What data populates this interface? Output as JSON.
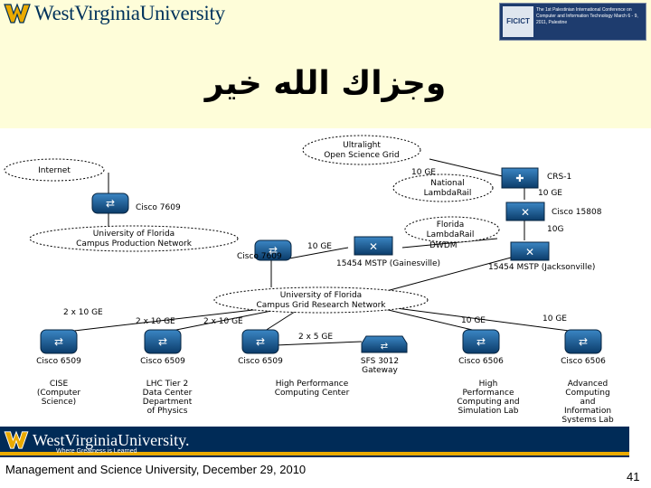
{
  "header": {
    "wvu_name": "WestVirginiaUniversity",
    "conference_badge": "FICICT",
    "conference_text": "The 1st Palestinian International Conference on Computer and Information Technology March 6 - 9, 2011, Palestine"
  },
  "slide_title": "وجزاك الله خير",
  "diagram": {
    "clouds": [
      {
        "id": "internet",
        "lines": [
          "Internet"
        ]
      },
      {
        "id": "ultralight",
        "lines": [
          "Ultralight",
          "Open Science Grid"
        ]
      },
      {
        "id": "nlr",
        "lines": [
          "National",
          "LambdaRail"
        ]
      },
      {
        "id": "campus-prod",
        "lines": [
          "University of Florida",
          "Campus Production Network"
        ]
      },
      {
        "id": "flr",
        "lines": [
          "Florida",
          "LambdaRail"
        ]
      },
      {
        "id": "campus-grid",
        "lines": [
          "University of Florida",
          "Campus Grid Research Network"
        ]
      }
    ],
    "device_labels": [
      "Cisco 7609",
      "Cisco 7609",
      "CRS-1",
      "Cisco 15808",
      "15454 MSTP (Gainesville)",
      "15454 MSTP (Jacksonville)",
      "DWDM"
    ],
    "link_labels": [
      "10 GE",
      "10 GE",
      "10G",
      "10 GE",
      "2 x 10 GE",
      "2 x 10 GE",
      "2 x 10 GE",
      "2 x 5 GE",
      "10 GE",
      "10 GE"
    ],
    "bottom_nodes": [
      {
        "device": "Cisco 6509",
        "caption": [
          "CISE",
          "(Computer",
          "Science)"
        ]
      },
      {
        "device": "Cisco 6509",
        "caption": [
          "LHC Tier 2",
          "Data Center",
          "Department",
          "of Physics"
        ]
      },
      {
        "device": "Cisco 6509",
        "caption": [
          "High Performance",
          "Computing Center"
        ]
      },
      {
        "device": "SFS 3012",
        "caption": [
          "Gateway"
        ]
      },
      {
        "device": "Cisco 6506",
        "caption": [
          "High",
          "Performance",
          "Computing and",
          "Simulation Lab"
        ]
      },
      {
        "device": "Cisco 6506",
        "caption": [
          "Advanced",
          "Computing",
          "and",
          "Information",
          "Systems Lab"
        ]
      }
    ]
  },
  "footer": {
    "wvu_name": "WestVirginiaUniversity.",
    "tagline": "Where Greatness is Learned",
    "caption": "Management and Science University, December 29, 2010",
    "page_number": "41"
  },
  "colors": {
    "header_bg": "#fefdd9",
    "wvu_blue": "#002b57",
    "wvu_gold": "#eaaa00",
    "router": "#0f4f83"
  }
}
